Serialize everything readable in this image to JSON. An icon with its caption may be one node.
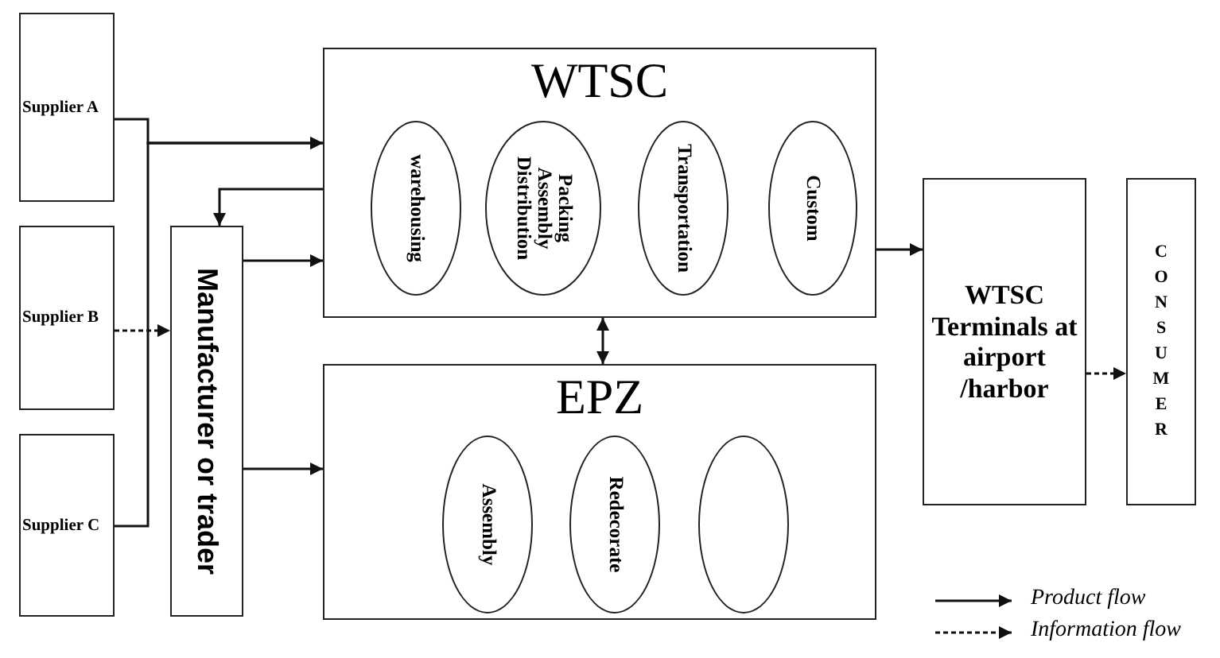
{
  "diagram": {
    "nodes": [
      {
        "text": [
          "Supplier A"
        ]
      },
      {
        "text": [
          "Supplier B"
        ]
      },
      {
        "text": [
          "Supplier C"
        ]
      },
      {
        "text": [
          "Manufacturer or trader"
        ]
      },
      {
        "text": [
          "WTSC"
        ]
      },
      {
        "text": [
          "warehousing"
        ],
        "in": 4
      },
      {
        "text": [
          "Packing Assembly Distribution"
        ],
        "in": 4
      },
      {
        "text": [
          "Transportation"
        ],
        "in": 4
      },
      {
        "text": [
          "Custom"
        ],
        "in": 4
      },
      {
        "text": [
          "EPZ"
        ]
      },
      {
        "text": [
          "Assembly"
        ],
        "in": 9
      },
      {
        "text": [
          "Redecorate"
        ],
        "in": 9
      },
      {
        "text": [],
        "shape": "ellipse",
        "in": 9
      },
      {
        "text": [
          "WTSC Terminals at airport /harbor"
        ]
      },
      {
        "text": [
          "CONSUMER"
        ]
      }
    ],
    "edges": [
      {
        "from": 0,
        "to": 4,
        "arrow": "to"
      },
      {
        "from": 2,
        "to": 4,
        "arrow": "to"
      },
      {
        "from": 1,
        "to": 3,
        "arrow": "to",
        "style": "dashed"
      },
      {
        "from": 4,
        "to": 3,
        "arrow": "to"
      },
      {
        "from": 3,
        "to": 4,
        "arrow": "to"
      },
      {
        "from": 3,
        "to": 9,
        "arrow": "to"
      },
      {
        "from": 4,
        "to": 9,
        "arrow": "both"
      },
      {
        "from": 4,
        "to": 13,
        "arrow": "to"
      },
      {
        "from": 13,
        "to": 14,
        "arrow": "to",
        "style": "dashed"
      }
    ],
    "legend": [
      {
        "text": "Product flow"
      },
      {
        "text": "Information flow"
      }
    ]
  }
}
